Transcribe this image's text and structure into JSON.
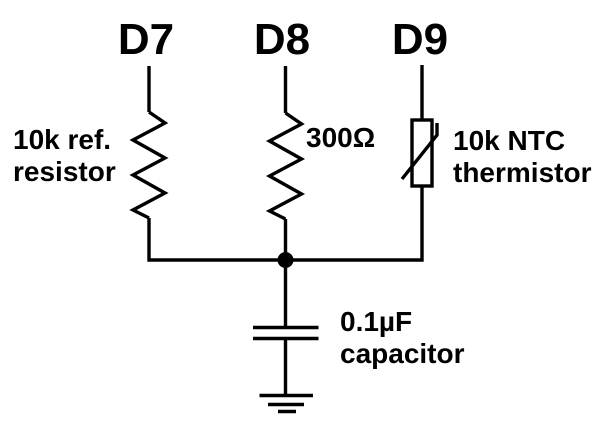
{
  "diagram": {
    "kind": "circuit-schematic",
    "background_color": "#ffffff",
    "line_color": "#000000",
    "components": {
      "d7": {
        "designator": "D7",
        "symbol": "resistor",
        "label_lines": [
          "10k ref.",
          "resistor"
        ]
      },
      "d8": {
        "designator": "D8",
        "symbol": "resistor",
        "label": "300Ω"
      },
      "d9": {
        "designator": "D9",
        "symbol": "ntc-thermistor",
        "label_lines": [
          "10k NTC",
          "thermistor"
        ]
      },
      "capacitor": {
        "symbol": "capacitor",
        "label_lines": [
          "0.1µF",
          "capacitor"
        ]
      },
      "ground": {
        "symbol": "ground"
      }
    }
  }
}
